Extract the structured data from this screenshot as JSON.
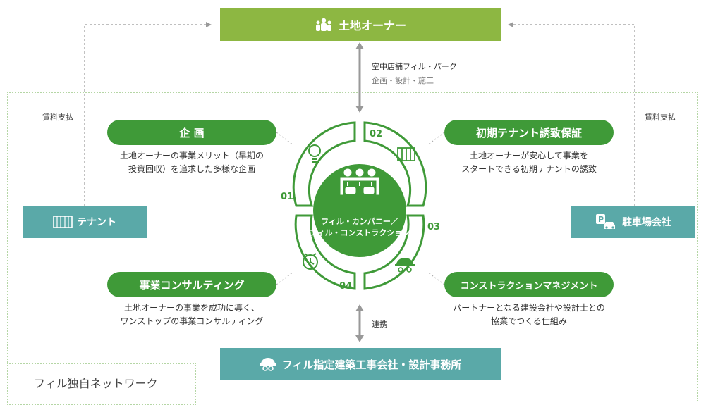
{
  "top_box": {
    "label": "土地オーナー",
    "color": "#8db742"
  },
  "top_link": {
    "line1": "空中店舗フィル・パーク",
    "line2": "企画・設計・施工"
  },
  "left_payment": "賃料支払",
  "right_payment": "賃料支払",
  "tenant": {
    "label": "テナント",
    "color": "#5aa9a8"
  },
  "parking": {
    "label": "駐車場会社",
    "color": "#5aa9a8"
  },
  "center": {
    "line1": "フィル・カンパニー／",
    "line2": "フィル・コンストラクション"
  },
  "segments": {
    "s01": {
      "num": "01",
      "icon": "lightbulb-icon"
    },
    "s02": {
      "num": "02",
      "icon": "building-icon"
    },
    "s03": {
      "num": "03",
      "icon": "helmet-icon"
    },
    "s04": {
      "num": "04",
      "icon": "clock-icon"
    }
  },
  "features": {
    "planning": {
      "title": "企 画",
      "line1": "土地オーナーの事業メリット（早期の",
      "line2": "投資回収）を追求した多様な企画"
    },
    "guarantee": {
      "title": "初期テナント誘致保証",
      "line1": "土地オーナーが安心して事業を",
      "line2": "スタートできる初期テナントの誘致"
    },
    "consulting": {
      "title": "事業コンサルティング",
      "line1": "土地オーナーの事業を成功に導く、",
      "line2": "ワンストップの事業コンサルティング"
    },
    "construction": {
      "title": "コンストラクションマネジメント",
      "line1": "パートナーとなる建設会社や設計士との",
      "line2": "協業でつくる仕組み"
    }
  },
  "bottom_link": "連携",
  "bottom_box": {
    "label": "フィル指定建築工事会社・設計事務所",
    "color": "#5aa9a8"
  },
  "network_label": "フィル独自ネットワーク",
  "colors": {
    "green": "#3f9a38",
    "ring": "#3f9a38",
    "dotted": "#b5d6a5"
  }
}
